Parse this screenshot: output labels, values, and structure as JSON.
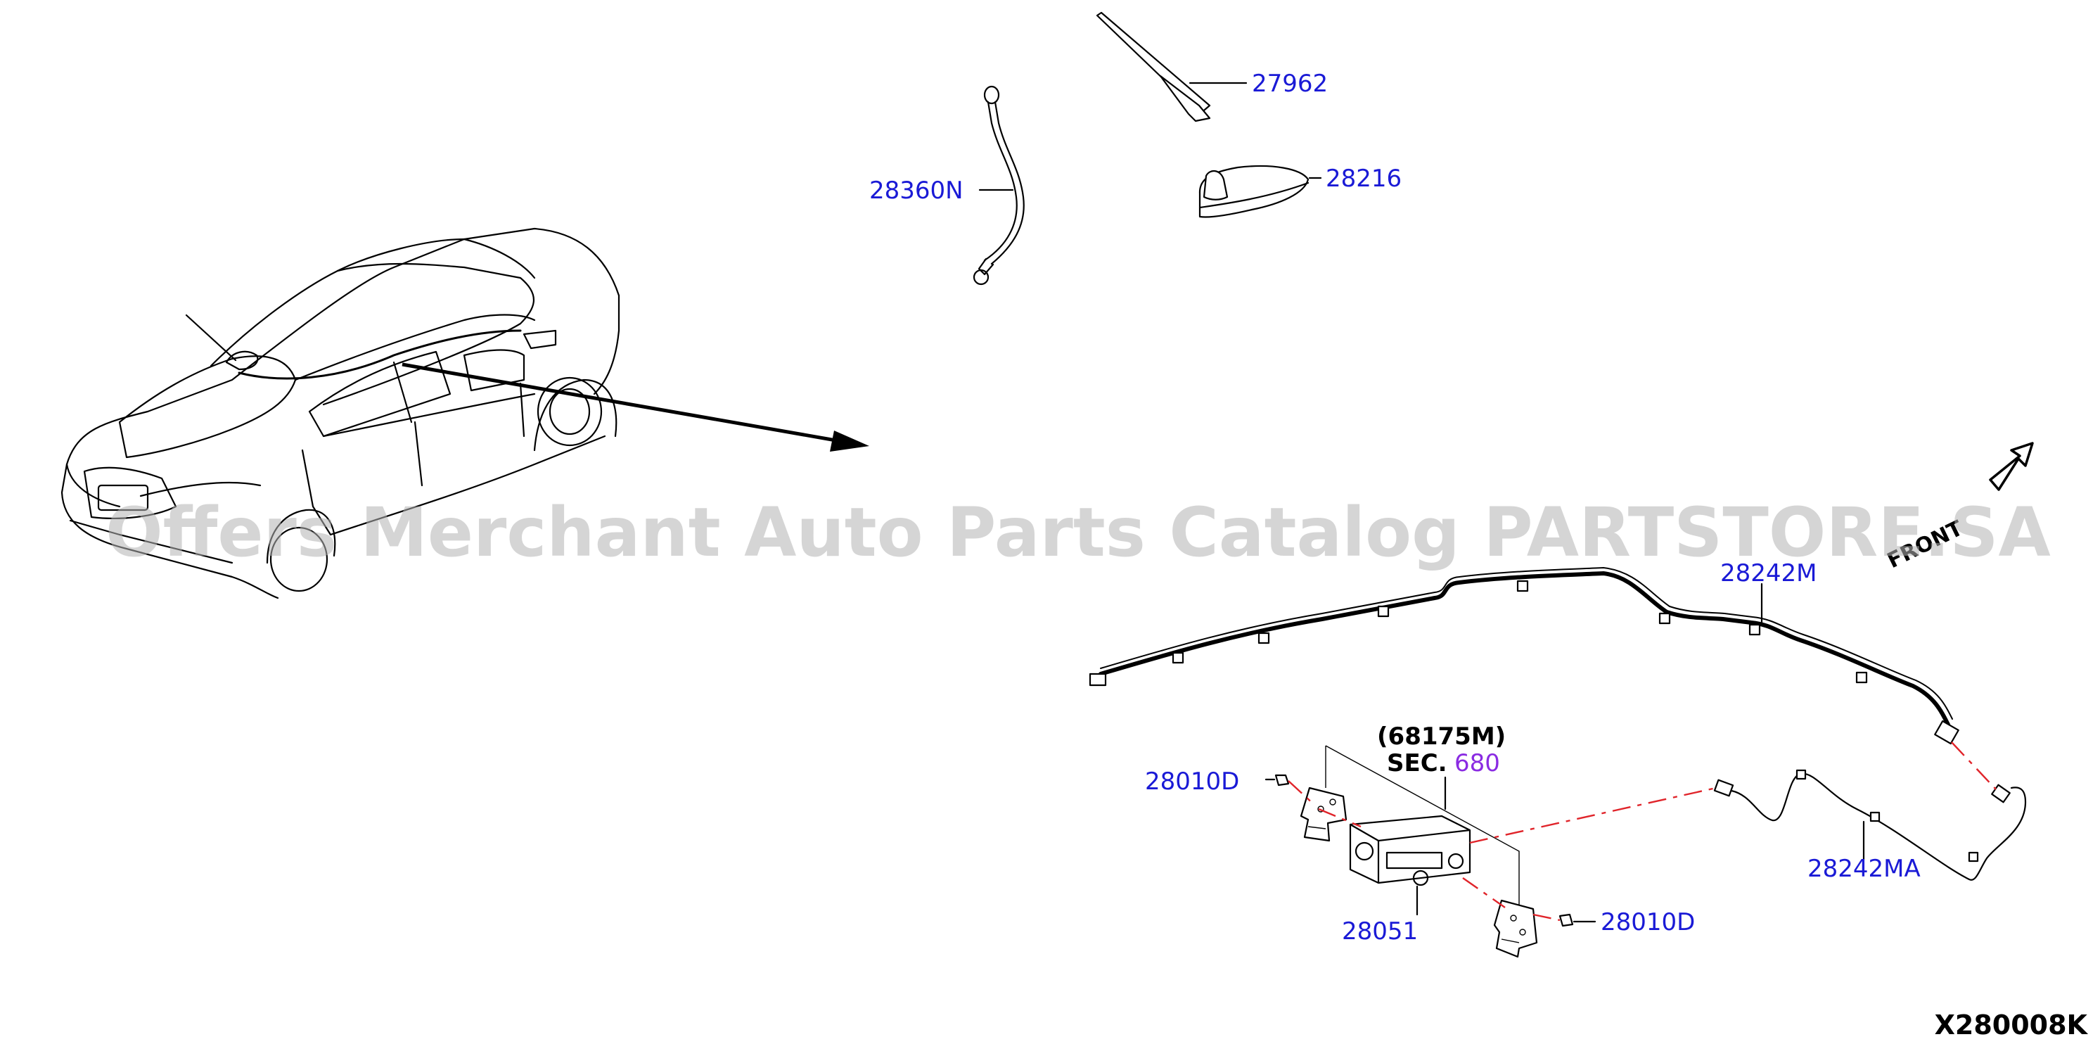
{
  "diagram": {
    "code": "X280008K",
    "watermark": "Offers Merchant Auto Parts Catalog PARTSTORE.SA",
    "front_label": "FRONT",
    "parts": {
      "rod_antenna": "27962",
      "antenna_base": "28216",
      "ground_strap": "28360N",
      "roof_feeder": "28242M",
      "sub_feeder": "28242MA",
      "bolt_left": "28010D",
      "bolt_right": "28010D",
      "audio_unit": "28051"
    },
    "section_ref": {
      "part": "(68175M)",
      "sec_label": "SEC.",
      "sec_number": "680"
    }
  },
  "colors": {
    "part_number": "#1a1ad6",
    "section_link": "#8a2be2",
    "connector_dash": "#e0242a",
    "line_art": "#000000"
  }
}
